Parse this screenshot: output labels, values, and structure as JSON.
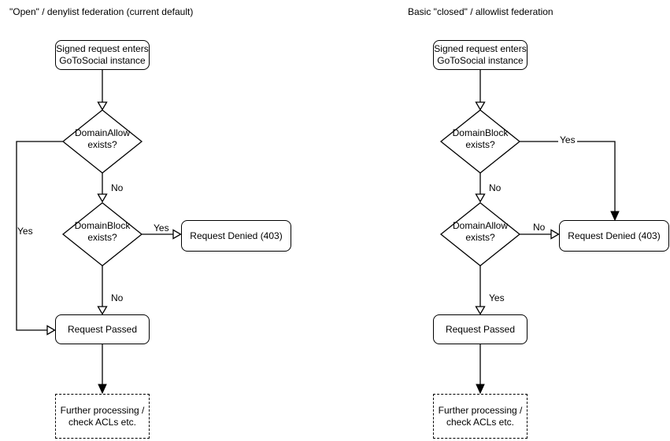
{
  "colors": {
    "line": "#000000",
    "text": "#000000",
    "node_fill": "#ffffff",
    "background": "#ffffff"
  },
  "left_flow": {
    "title": "\"Open\" / denylist federation (current default)",
    "nodes": {
      "start": "Signed request enters\nGoToSocial instance",
      "decision1": "DomainAllow\nexists?",
      "decision2": "DomainBlock\nexists?",
      "denied": "Request Denied (403)",
      "passed": "Request Passed",
      "further": "Further processing /\ncheck ACLs etc."
    },
    "edge_labels": {
      "decision1_no": "No",
      "decision1_yes": "Yes",
      "decision2_yes": "Yes",
      "decision2_no": "No"
    }
  },
  "right_flow": {
    "title": "Basic \"closed\" / allowlist federation",
    "nodes": {
      "start": "Signed request enters\nGoToSocial instance",
      "decision1": "DomainBlock\nexists?",
      "decision2": "DomainAllow\nexists?",
      "denied": "Request Denied (403)",
      "passed": "Request Passed",
      "further": "Further processing /\ncheck ACLs etc."
    },
    "edge_labels": {
      "decision1_yes": "Yes",
      "decision1_no": "No",
      "decision2_no": "No",
      "decision2_yes": "Yes"
    }
  }
}
